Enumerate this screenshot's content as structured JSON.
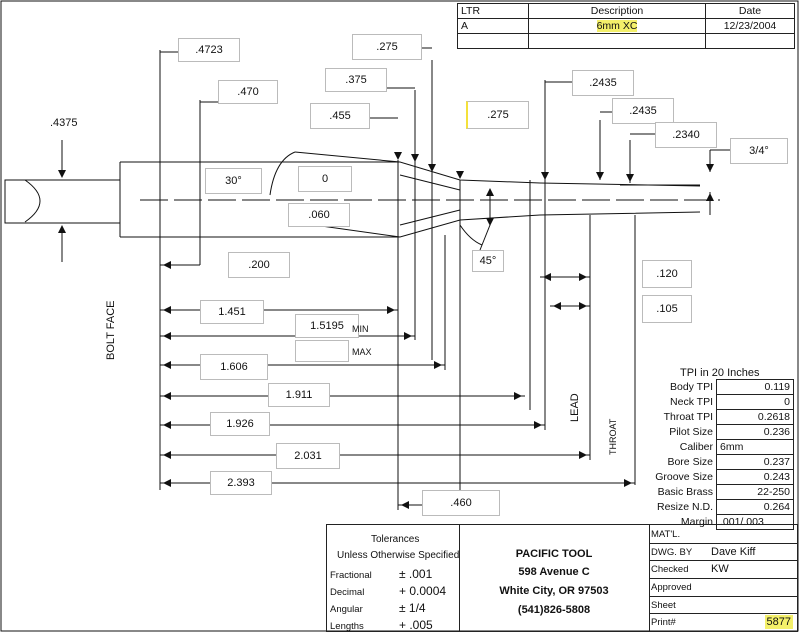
{
  "revision_table": {
    "headers": {
      "ltr": "LTR",
      "description": "Description",
      "date": "Date"
    },
    "row": {
      "ltr": "A",
      "description": "6mm XC",
      "date": "12/23/2004"
    }
  },
  "dimensions": {
    "d4375": ".4375",
    "d4723": ".4723",
    "d470": ".470",
    "d275a": ".275",
    "d375": ".375",
    "d455": ".455",
    "d275b": ".275",
    "d2435a": ".2435",
    "d2435b": ".2435",
    "d2340": ".2340",
    "d34": "3/4°",
    "d30": "30°",
    "d0": "0",
    "d060": ".060",
    "d45": "45°",
    "d200": ".200",
    "d120": ".120",
    "d105": ".105",
    "d1451": "1.451",
    "d15195": "1.5195",
    "min": "MIN",
    "max": "MAX",
    "d1606": "1.606",
    "d1911": "1.911",
    "d1926": "1.926",
    "d2031": "2.031",
    "d2393": "2.393",
    "d460": ".460"
  },
  "labels": {
    "bolt_face": "BOLT FACE",
    "lead": "LEAD",
    "throat": "THROAT"
  },
  "tpi": {
    "title": "TPI in 20 Inches",
    "rows": [
      {
        "label": "Body TPI",
        "value": "0.119"
      },
      {
        "label": "Neck TPI",
        "value": "0"
      },
      {
        "label": "Throat TPI",
        "value": "0.2618"
      },
      {
        "label": "Pilot Size",
        "value": "0.236"
      },
      {
        "label": "Caliber",
        "value": "6mm"
      },
      {
        "label": "Bore Size",
        "value": "0.237"
      },
      {
        "label": "Groove Size",
        "value": "0.243"
      },
      {
        "label": "Basic Brass",
        "value": "22-250"
      },
      {
        "label": "Resize N.D.",
        "value": "0.264"
      },
      {
        "label": "Margin",
        "value": ".001/.003"
      }
    ]
  },
  "tolerances": {
    "title": "Tolerances",
    "subtitle": "Unless Otherwise Specified",
    "rows": [
      {
        "label": "Fractional",
        "value": "± .001"
      },
      {
        "label": "Decimal",
        "value": "+ 0.0004"
      },
      {
        "label": "Angular",
        "value": "± 1/4"
      },
      {
        "label": "Lengths",
        "value": "+ .005"
      }
    ]
  },
  "company": {
    "name": "PACIFIC TOOL",
    "address": "598 Avenue C",
    "city": "White City, OR 97503",
    "phone": "(541)826-5808"
  },
  "signoff": {
    "rows": [
      {
        "label": "MAT'L.",
        "value": ""
      },
      {
        "label": "DWG. BY",
        "value": "Dave Kiff"
      },
      {
        "label": "Checked",
        "value": "KW"
      },
      {
        "label": "Approved",
        "value": ""
      },
      {
        "label": "Sheet",
        "value": ""
      },
      {
        "label": "Print#",
        "value": "5877"
      }
    ]
  },
  "colors": {
    "line": "#111111",
    "highlight": "#f4f06a",
    "box_border": "#bbbbbb"
  }
}
